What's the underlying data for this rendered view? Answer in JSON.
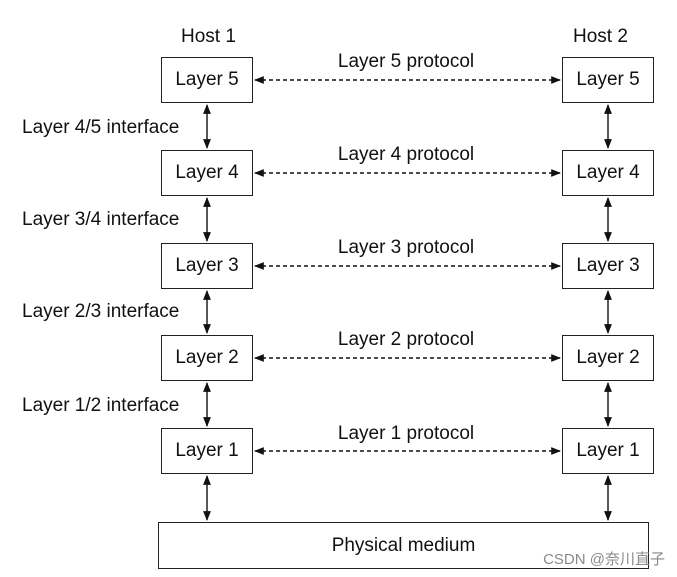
{
  "hosts": {
    "left_title": "Host 1",
    "right_title": "Host 2"
  },
  "layers": [
    {
      "left": "Layer 5",
      "right": "Layer 5",
      "protocol": "Layer 5 protocol"
    },
    {
      "left": "Layer 4",
      "right": "Layer 4",
      "protocol": "Layer 4 protocol"
    },
    {
      "left": "Layer 3",
      "right": "Layer 3",
      "protocol": "Layer 3 protocol"
    },
    {
      "left": "Layer 2",
      "right": "Layer 2",
      "protocol": "Layer 2 protocol"
    },
    {
      "left": "Layer 1",
      "right": "Layer 1",
      "protocol": "Layer 1 protocol"
    }
  ],
  "interfaces": [
    "Layer 4/5 interface",
    "Layer 3/4 interface",
    "Layer 2/3 interface",
    "Layer 1/2 interface"
  ],
  "medium": "Physical medium",
  "watermark": "CSDN @奈川直子"
}
